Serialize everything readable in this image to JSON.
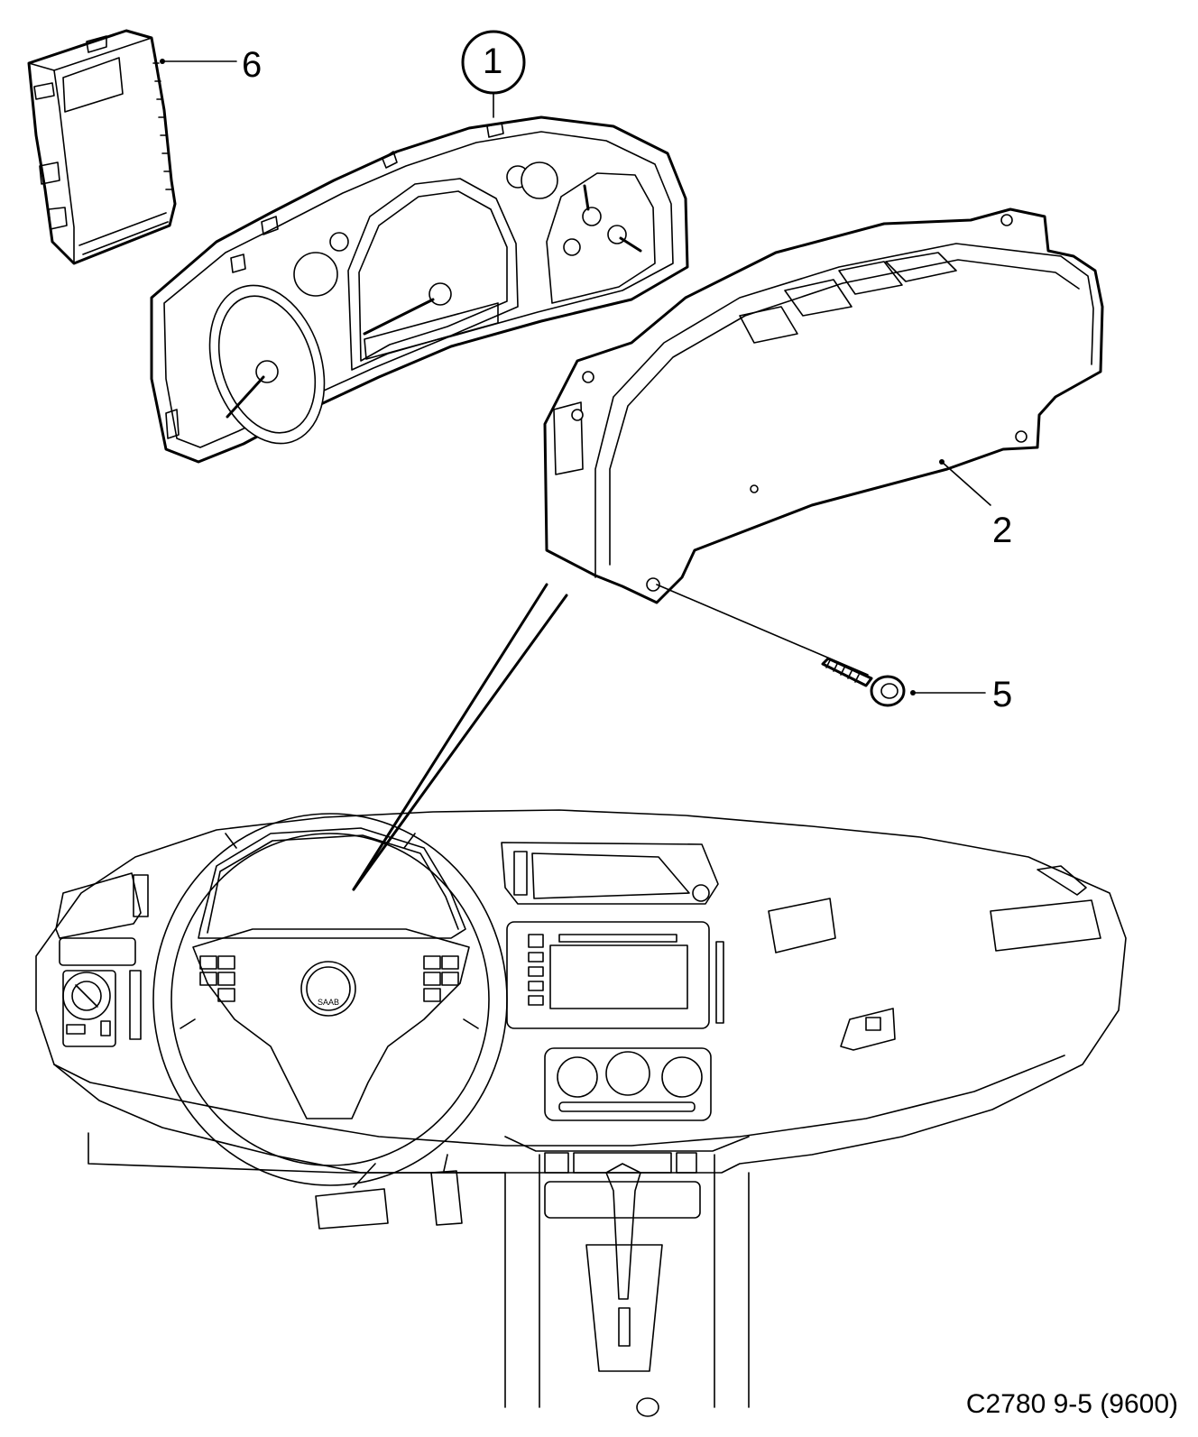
{
  "callouts": [
    {
      "id": "1",
      "label": "1"
    },
    {
      "id": "2",
      "label": "2"
    },
    {
      "id": "5",
      "label": "5"
    },
    {
      "id": "6",
      "label": "6"
    }
  ],
  "steering_wheel_badge": "SAAB",
  "drawing_code": "C2780 9-5 (9600)"
}
